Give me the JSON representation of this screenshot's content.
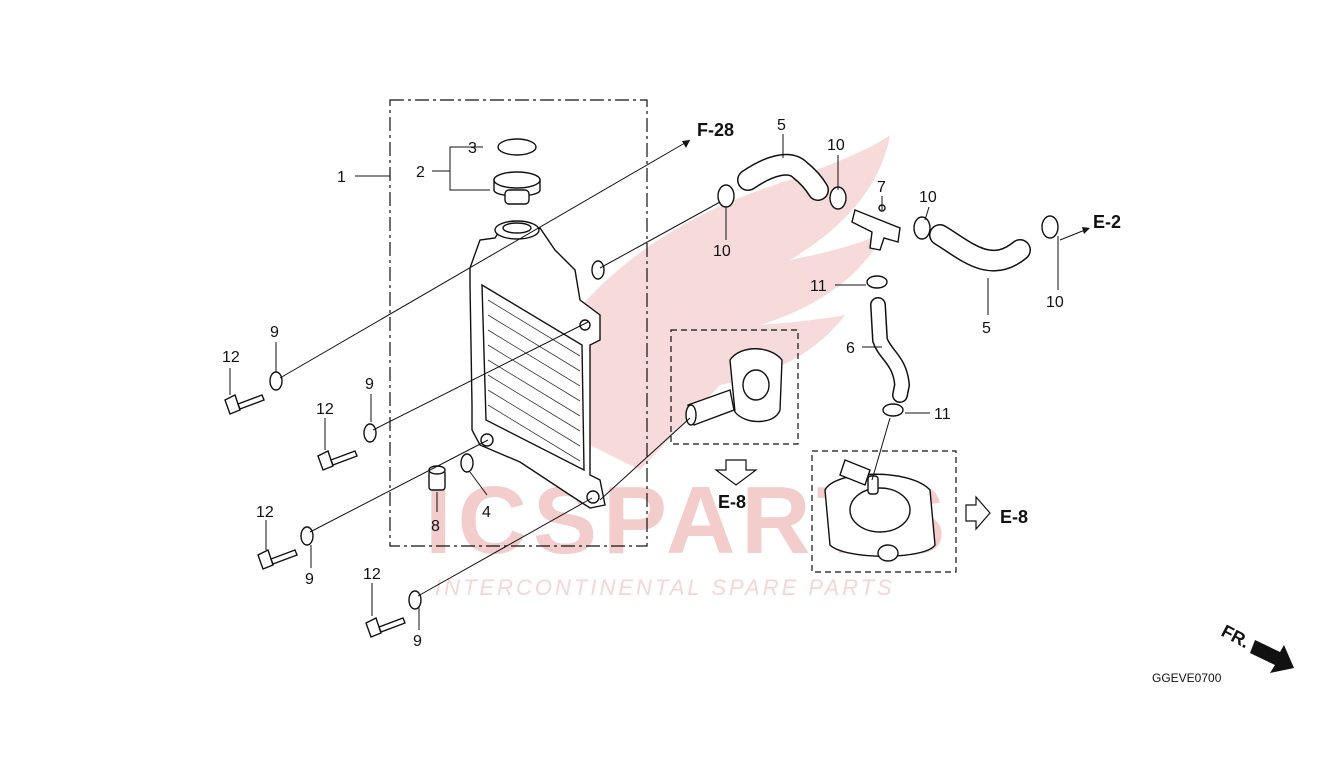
{
  "watermark": {
    "brand": "ICSPARTS",
    "tagline": "INTERCONTINENTAL SPARE PARTS",
    "color": "#e8a0a0"
  },
  "callouts": {
    "n1": "1",
    "n2": "2",
    "n3": "3",
    "n4": "4",
    "n5a": "5",
    "n5b": "5",
    "n6": "6",
    "n7": "7",
    "n8": "8",
    "n9a": "9",
    "n9b": "9",
    "n9c": "9",
    "n9d": "9",
    "n10a": "10",
    "n10b": "10",
    "n10c": "10",
    "n10d": "10",
    "n11a": "11",
    "n11b": "11",
    "n12a": "12",
    "n12b": "12",
    "n12c": "12",
    "n12d": "12"
  },
  "references": {
    "f28": "F-28",
    "e2": "E-2",
    "e8a": "E-8",
    "e8b": "E-8"
  },
  "front_marker": "FR.",
  "diagram_code": "GGEVE0700"
}
